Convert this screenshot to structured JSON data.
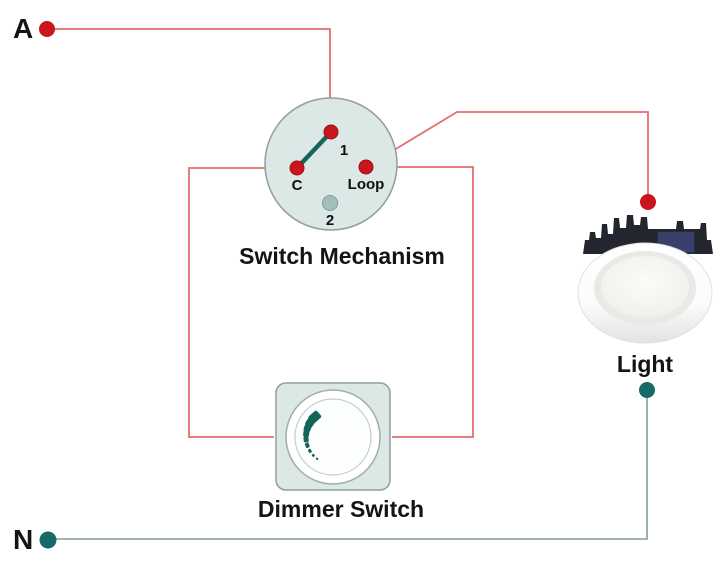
{
  "supply": {
    "active_label": "A",
    "neutral_label": "N"
  },
  "switch_mechanism": {
    "label": "Switch Mechanism",
    "terminal_1_label": "1",
    "terminal_c_label": "C",
    "terminal_loop_label": "Loop",
    "terminal_2_label": "2"
  },
  "dimmer_switch": {
    "label": "Dimmer Switch"
  },
  "light": {
    "label": "Light"
  },
  "colors": {
    "live_wire": "#e36f6f",
    "live_terminal": "#c9151d",
    "neutral_wire": "#92aaa8",
    "neutral_terminal": "#176a66",
    "inactive_terminal": "#a2bfbd",
    "switch_blade": "#15655c",
    "component_fill": "#dbe8e5",
    "component_stroke": "#8f9f9e"
  }
}
